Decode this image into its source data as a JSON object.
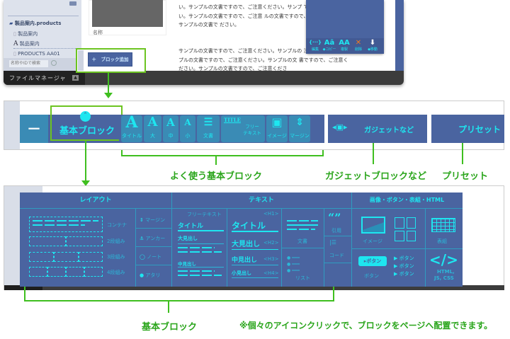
{
  "colors": {
    "panel": "#4a64a0",
    "accent": "#1ee6f0",
    "callout": "#6cc421",
    "callout_text": "#2aa51b",
    "dark_bar": "#3c3c3c"
  },
  "section1": {
    "sidebar": {
      "folder": "製品案内.products",
      "items": [
        {
          "icon": "page-icon",
          "label": "製品案内"
        },
        {
          "icon": "text-a-icon",
          "label": "製品案内"
        },
        {
          "icon": "page-icon",
          "label": "PRODUCTS AA01"
        }
      ],
      "search_placeholder": "名称やIDで検索"
    },
    "file_manager_label": "ファイルマネージャ",
    "thumbnail_label": "名称",
    "add_block_button": "＋　ブロック追加",
    "body_paragraphs": [
      "い。サンプルの文書ですので、ご注意ください。サンプ で、ご注意ください。サンプルの文書ですので、ご注意 ルの文書ですので、ご注意ください。サンプルの文書で ださい。",
      "サンプルの文書ですので、ご注意ください。サンプルの 注意ください。サンプルの文書ですので、ご注意ください。サンプルの文 書ですので、ご注意ください。サンプルの文書ですので、ご注意くださ"
    ],
    "block_toolbar": [
      {
        "icon": "edit-braces-icon",
        "glyph": "{···}",
        "label": "編集"
      },
      {
        "icon": "copy-icon",
        "glyph": "Aā",
        "label": "◆コピー"
      },
      {
        "icon": "duplicate-icon",
        "glyph": "AA",
        "label": "複製"
      },
      {
        "icon": "delete-x-icon",
        "glyph": "✕",
        "label": "削除"
      },
      {
        "icon": "move-down-icon",
        "glyph": "⬇",
        "label": "◆移動"
      }
    ]
  },
  "section2": {
    "collapse_button": "－",
    "basic_block_tab": "基本ブロック",
    "quick_blocks": [
      {
        "glyph": "A",
        "label": "タイトル"
      },
      {
        "glyph": "A",
        "label": "大"
      },
      {
        "glyph": "A",
        "label": "中"
      },
      {
        "glyph": "A",
        "label": "小"
      },
      {
        "glyph": "☰",
        "label": "文書"
      },
      {
        "glyph": "TITLE",
        "label": "フリー テキスト"
      },
      {
        "glyph": "▣",
        "label": "イメージ"
      },
      {
        "glyph": "⇕",
        "label": "マージン"
      }
    ],
    "gadget_tab": "ガジェットなど",
    "preset_tab": "プリセット"
  },
  "callouts": {
    "common_blocks": "よく使う基本ブロック",
    "gadget_blocks": "ガジェットブロックなど",
    "presets": "プリセット",
    "basic_blocks": "基本ブロック",
    "note": "※個々のアイコンクリックで、ブロックをページへ配置できます。"
  },
  "section3": {
    "layout": {
      "title": "レイアウト",
      "items": [
        "コンテナ",
        "2段組み",
        "3段組み",
        "4段組み"
      ],
      "side": [
        "マージン",
        "アンカー",
        "ノート",
        "アタリ"
      ]
    },
    "text": {
      "title": "テキスト",
      "free_text": "フリーテキスト",
      "free_items": [
        "タイトル",
        "大見出し",
        "中見出し"
      ],
      "headings": [
        {
          "label": "タイトル",
          "tag": "<H1>"
        },
        {
          "label": "大見出し",
          "tag": "<H2>"
        },
        {
          "label": "中見出し",
          "tag": "<H3>"
        },
        {
          "label": "小見出し",
          "tag": "<H4>"
        }
      ],
      "document": "文書",
      "list": "リスト",
      "quote": "引用",
      "code": "コード"
    },
    "media": {
      "title": "画像・ボタン・表組・HTML",
      "image": "イメージ",
      "table": "表組",
      "button": "ボタン",
      "button_chip": "▸ボタン",
      "radio_buttons": [
        "ボタン",
        "ボタン",
        "ボタン"
      ],
      "html_glyph": "</>",
      "html": "HTML,",
      "html2": "JS, CSS"
    }
  }
}
